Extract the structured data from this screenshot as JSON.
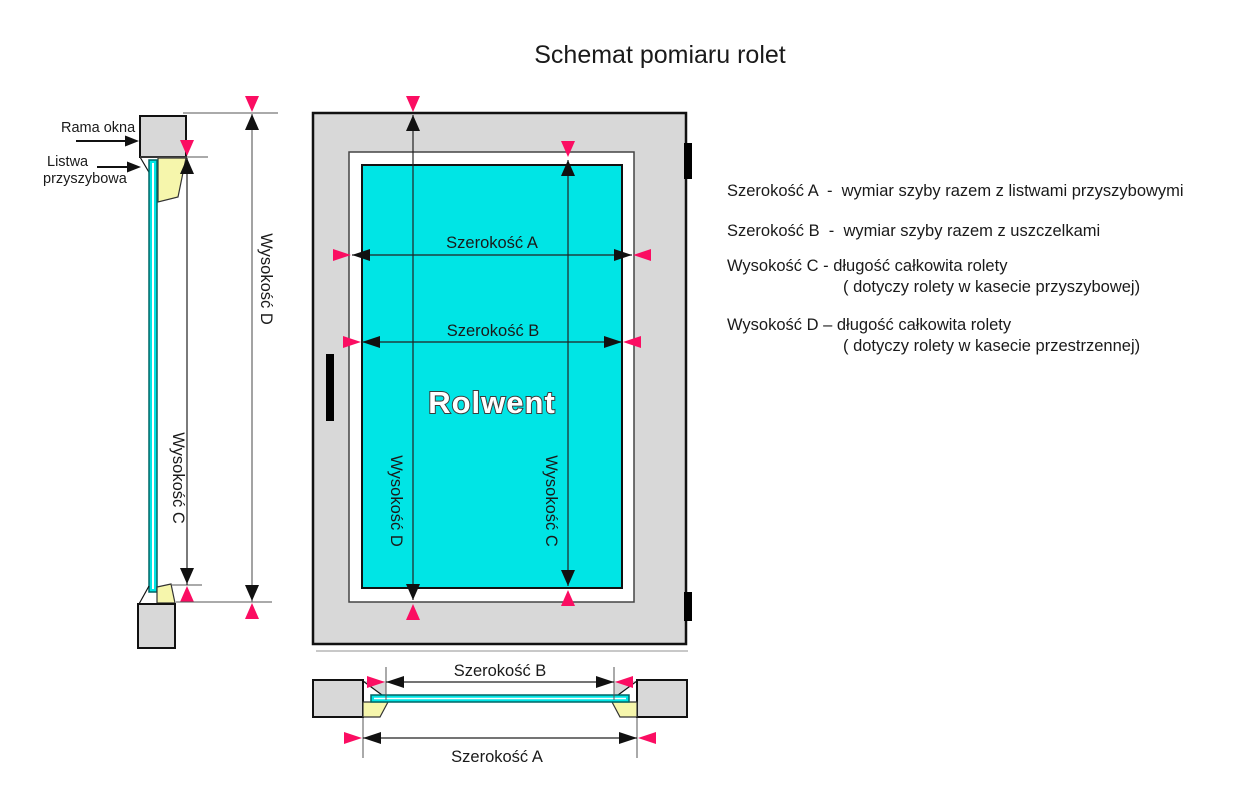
{
  "title": "Schemat pomiaru rolet",
  "side_view": {
    "rama_label": "Rama okna",
    "listwa_label_line1": "Listwa",
    "listwa_label_line2": "przyszybowa",
    "dim_d_label": "Wysokość D",
    "dim_c_label": "Wysokość C"
  },
  "front_view": {
    "brand": "Rolwent",
    "dim_a_label": "Szerokość A",
    "dim_b_label": "Szerokość B",
    "dim_d_label": "Wysokość D",
    "dim_c_label": "Wysokość C"
  },
  "bottom_view": {
    "dim_b_label": "Szerokość B",
    "dim_a_label": "Szerokość A"
  },
  "legend": {
    "item_a_line1": "Szerokość A  -  wymiar szyby razem z listwami przyszybowymi",
    "item_b_line1": "Szerokość B  -  wymiar szyby razem z uszczelkami",
    "item_c_line1": "Wysokość C - długość całkowita rolety",
    "item_c_line2": "( dotyczy rolety w kasecie przyszybowej)",
    "item_d_line1": "Wysokość D – długość całkowita rolety",
    "item_d_line2": "( dotyczy rolety w kasecie przestrzennej)"
  },
  "colors": {
    "glass": "#00e5e5",
    "frame": "#d8d8d8",
    "bead": "#f6f6ac",
    "marker": "#fb0d62",
    "ink": "#1a1a1a"
  }
}
